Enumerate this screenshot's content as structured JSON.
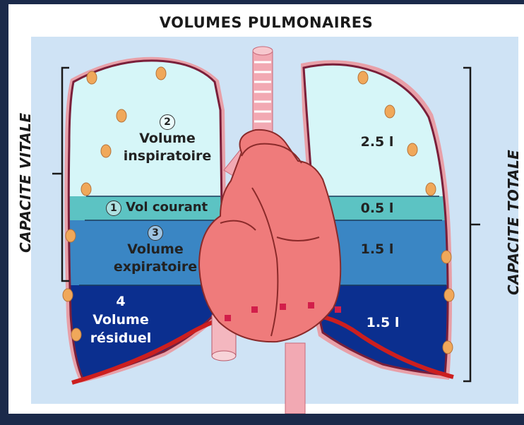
{
  "title": "VOLUMES PULMONAIRES",
  "left_bracket_label": "CAPACITE VITALE",
  "right_bracket_label": "CAPACITE TOTALE",
  "zones": [
    {
      "number": "2",
      "name_line1": "Volume",
      "name_line2": "inspiratoire",
      "value": "2.5 l",
      "color": "#d6f6f8"
    },
    {
      "number": "1",
      "name_line1": "Vol courant",
      "name_line2": "",
      "value": "0.5 l",
      "color": "#5cc3c3"
    },
    {
      "number": "3",
      "name_line1": "Volume",
      "name_line2": "expiratoire",
      "value": "1.5 l",
      "color": "#3a86c4"
    },
    {
      "number": "4",
      "name_line1": "Volume",
      "name_line2": "résiduel",
      "value": "1.5 l",
      "color": "#0b2f8f"
    }
  ]
}
